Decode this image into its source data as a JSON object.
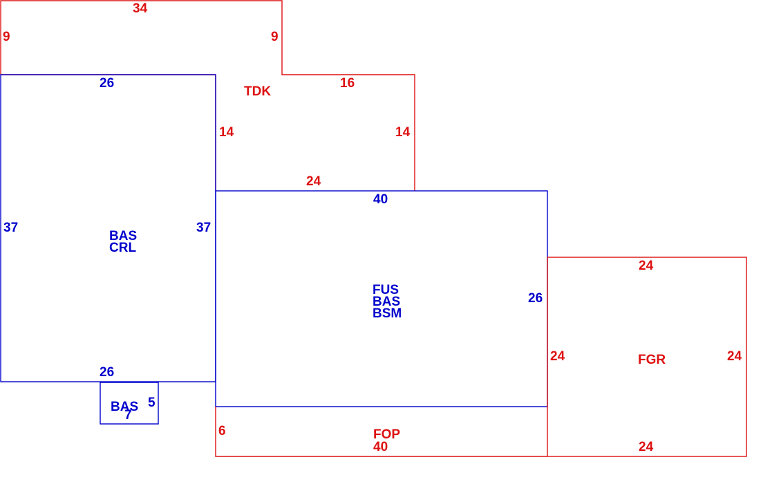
{
  "colors": {
    "red": "#dd1111",
    "blue": "#0000cc"
  },
  "areas": {
    "tdk": {
      "code": "TDK",
      "dims": {
        "top": "34",
        "left": "9",
        "notch": "9",
        "upper_right": "16",
        "side_left": "14",
        "side_right": "14",
        "bottom": "24"
      }
    },
    "bas_crl": {
      "codes": [
        "BAS",
        "CRL"
      ],
      "dims": {
        "top": "26",
        "left": "37",
        "right": "37",
        "bottom": "26"
      }
    },
    "fus_bas_bsm": {
      "codes": [
        "FUS",
        "BAS",
        "BSM"
      ],
      "dims": {
        "top": "40",
        "right": "26"
      }
    },
    "fgr": {
      "code": "FGR",
      "dims": {
        "top": "24",
        "left": "24",
        "right": "24",
        "bottom": "24"
      }
    },
    "bas_small": {
      "code": "BAS",
      "dims": {
        "right": "5",
        "bottom": "7"
      }
    },
    "fop": {
      "code": "FOP",
      "dims": {
        "left": "6",
        "bottom": "40"
      }
    }
  }
}
